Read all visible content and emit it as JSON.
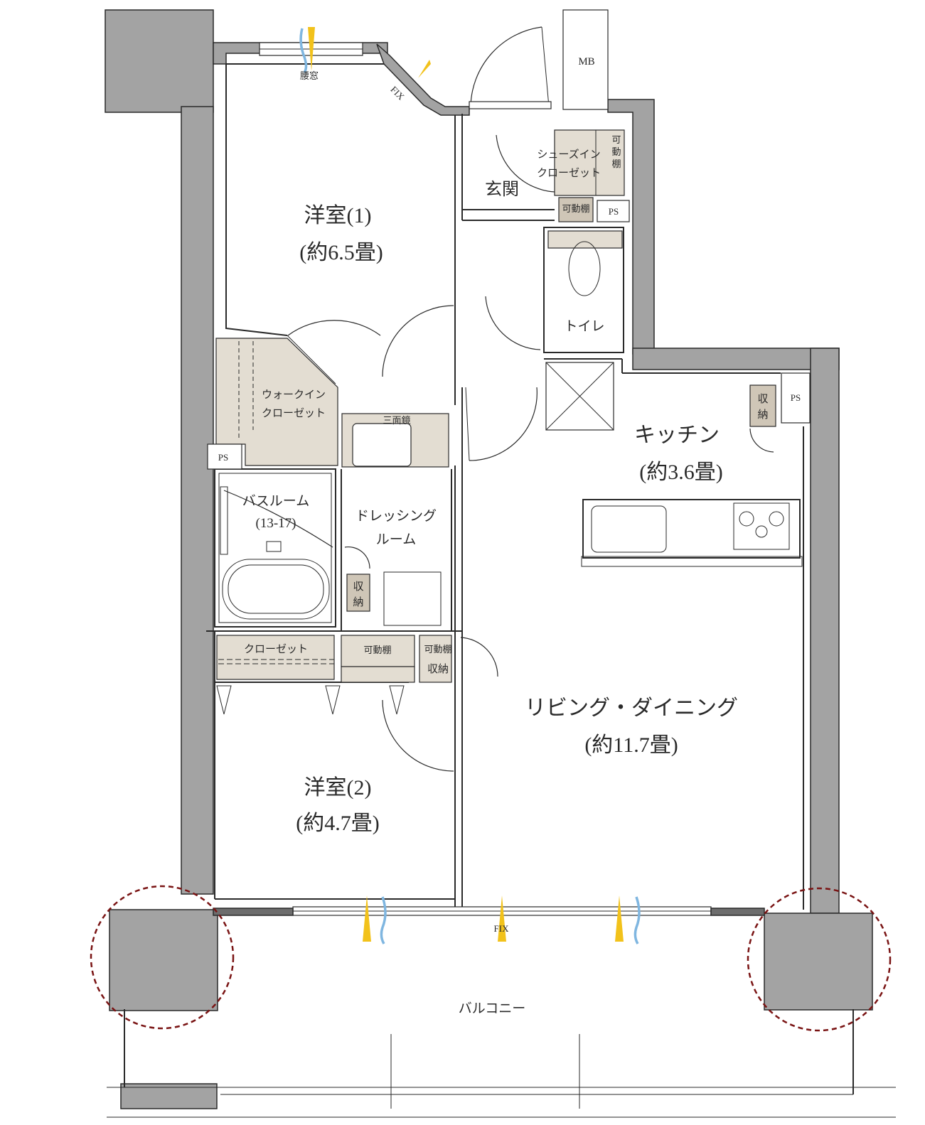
{
  "rooms": {
    "western1_name": "洋室(1)",
    "western1_size": "(約6.5畳)",
    "western2_name": "洋室(2)",
    "western2_size": "(約4.7畳)",
    "kitchen_name": "キッチン",
    "kitchen_size": "(約3.6畳)",
    "living_name": "リビング・ダイニング",
    "living_size": "(約11.7畳)",
    "entrance": "玄関",
    "toilet": "トイレ",
    "bathroom_name": "バスルーム",
    "bathroom_size": "(13-17)",
    "dressing_line1": "ドレッシング",
    "dressing_line2": "ルーム",
    "balcony": "バルコニー"
  },
  "storage": {
    "wic_line1": "ウォークイン",
    "wic_line2": "クローゼット",
    "sic_line1": "シューズイン",
    "sic_line2": "クローゼット",
    "movable_shelf_v1": "可",
    "movable_shelf_v2": "動",
    "movable_shelf_v3": "棚",
    "movable_shelf": "可動棚",
    "movable_shelf_2": "可動棚",
    "movable_shelf_3": "可動棚",
    "closet": "クローゼット",
    "storage_a1": "収",
    "storage_a2": "納",
    "storage_b1": "収",
    "storage_b2": "納",
    "storage_c": "収納",
    "triple_mirror": "三面鏡"
  },
  "fixtures": {
    "mb": "MB",
    "ps1": "PS",
    "ps2": "PS",
    "ps3": "PS",
    "waist_window": "腰窓",
    "fix_top": "FIX",
    "fix_bottom": "FIX"
  }
}
